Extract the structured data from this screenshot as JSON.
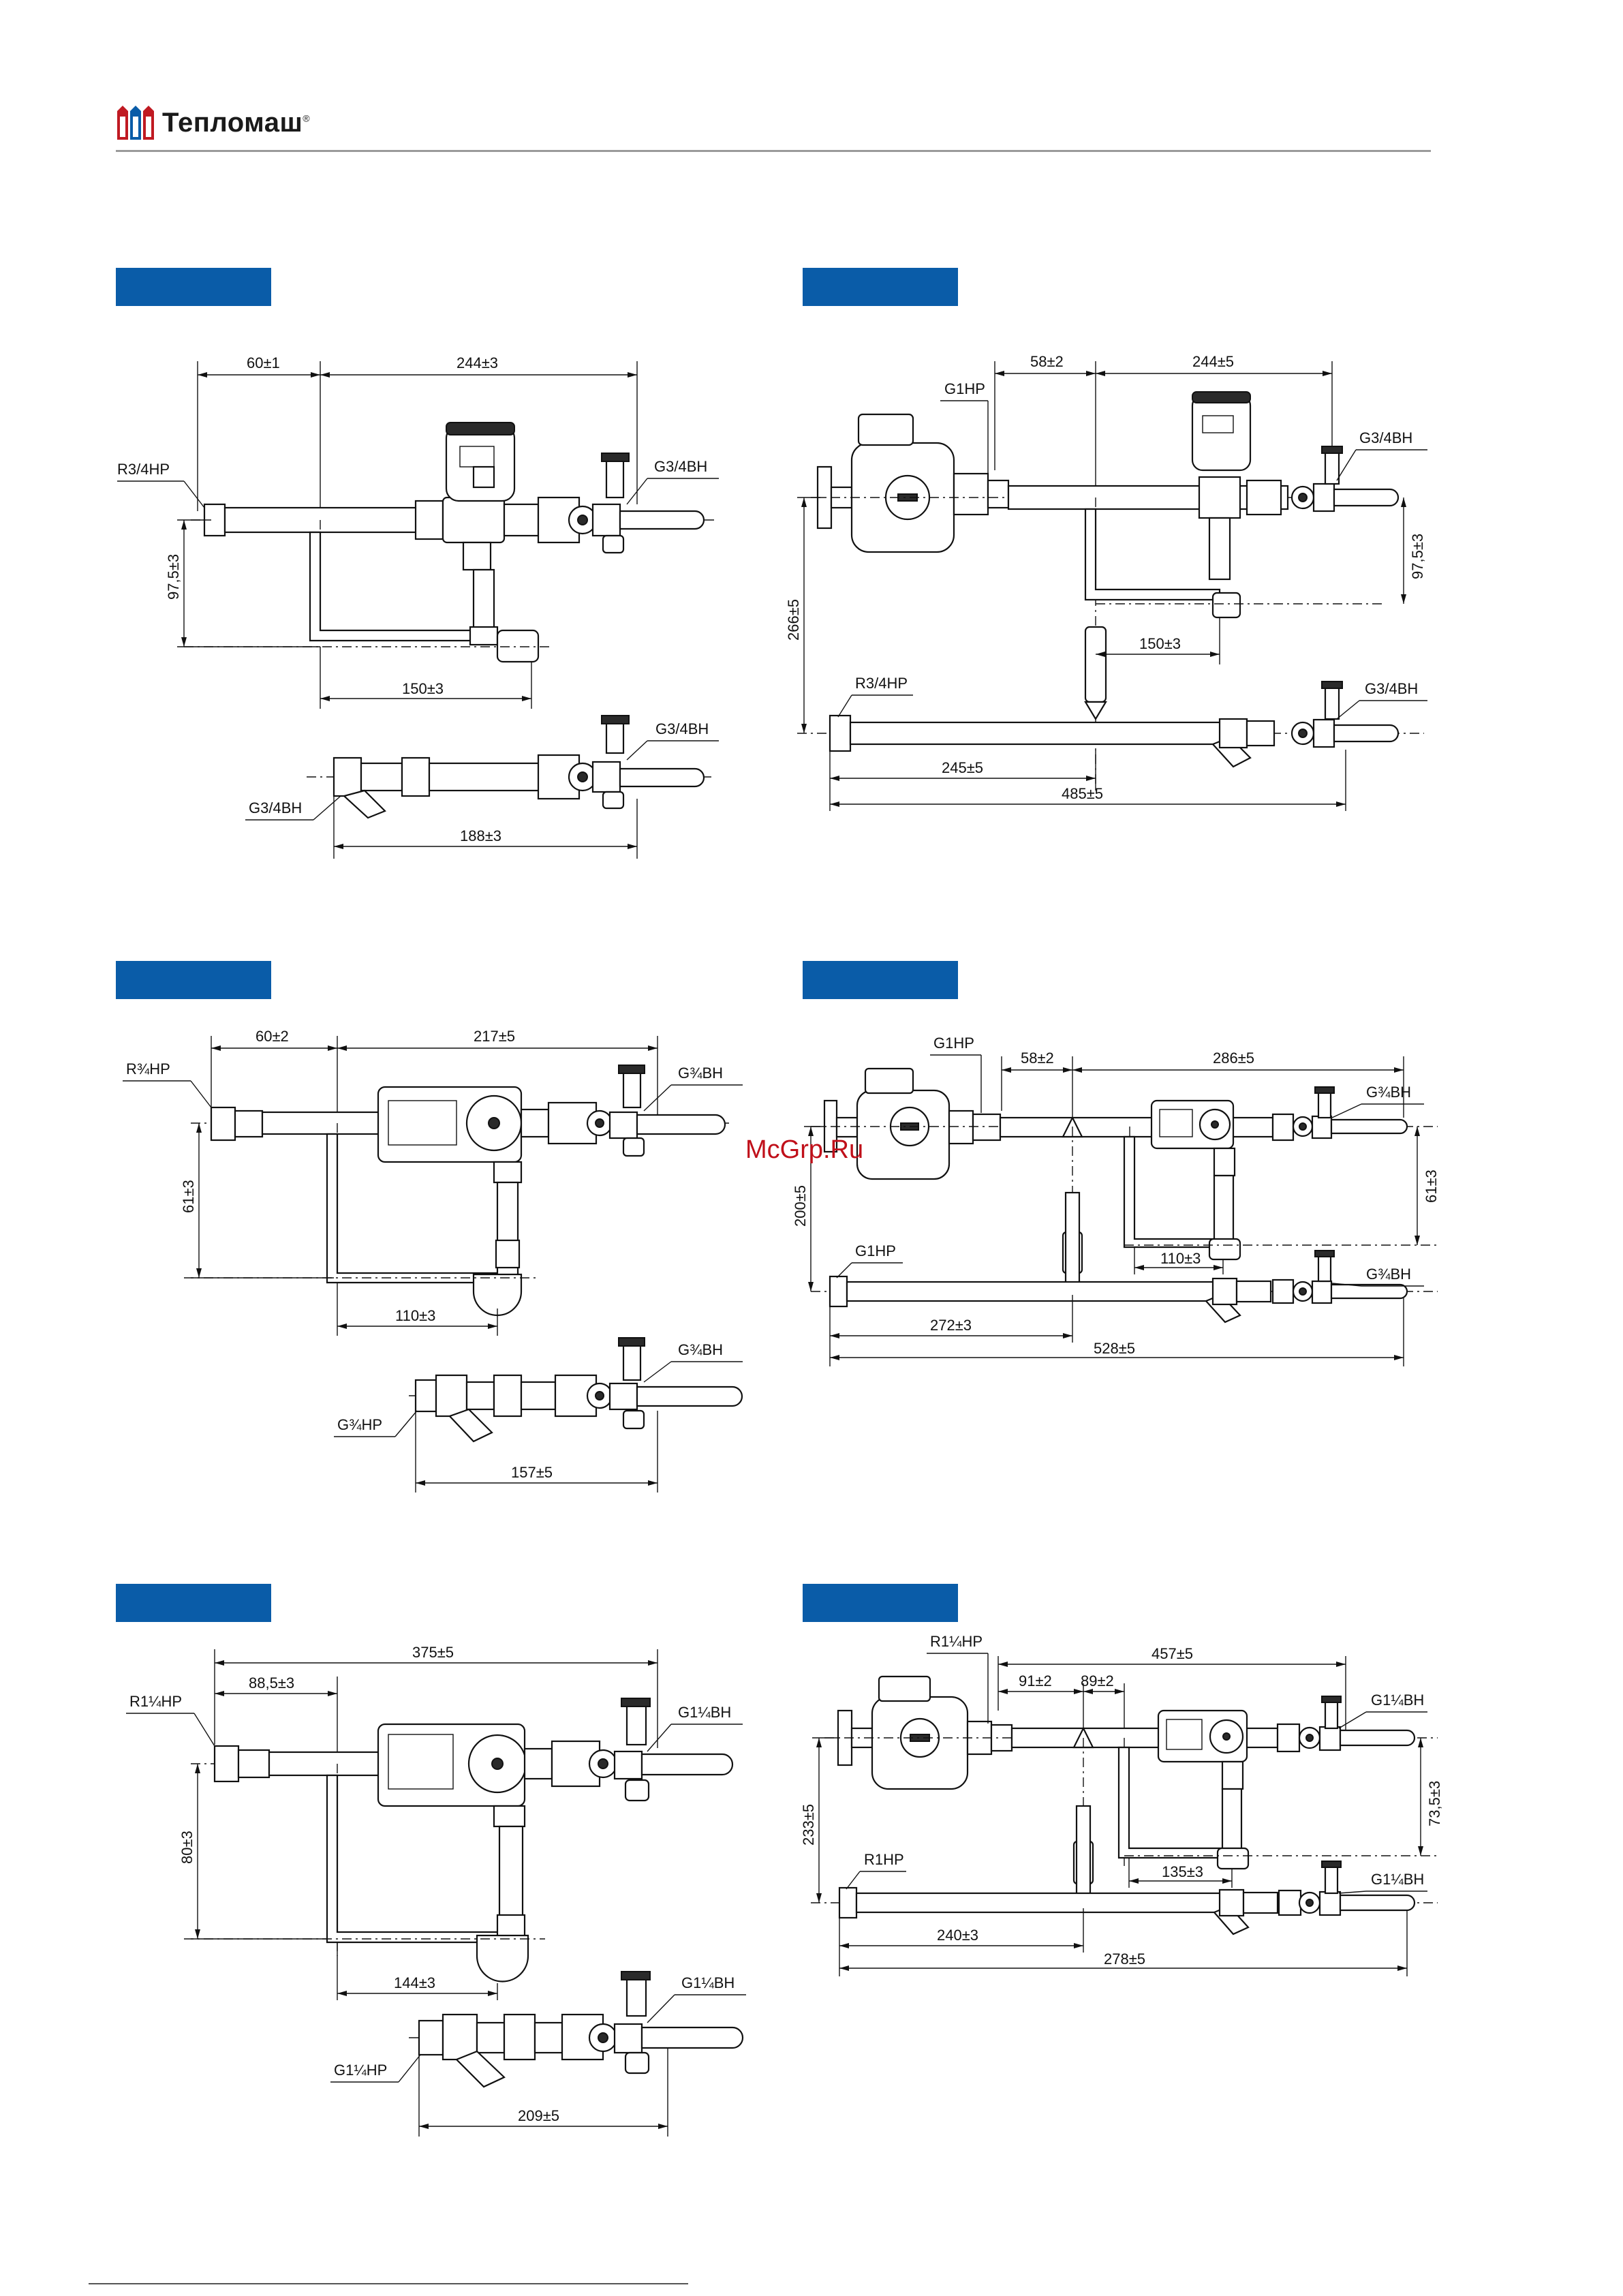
{
  "header": {
    "brand": "Тепломаш",
    "registered_mark": "®"
  },
  "watermark": "McGrp.Ru",
  "colors": {
    "tag_blue": "#0a5ca8",
    "watermark_red": "#c0101a",
    "rule_gray": "#9a9a9a"
  },
  "panels": [
    {
      "id": "p1",
      "dims": {
        "top_left": "60±1",
        "top_right": "244±3",
        "vertical": "97,5±3",
        "bottom_branch": "150±3",
        "lower_assembly": "188±3"
      },
      "labels": {
        "inlet": "R3/4НР",
        "outlet_upper": "G3/4ВН",
        "outlet_lower": "G3/4ВН",
        "lower_inlet": "G3/4ВН"
      }
    },
    {
      "id": "p2",
      "dims": {
        "top_left": "58±2",
        "top_right": "244±5",
        "vertical_left": "266±5",
        "vertical_right": "97,5±3",
        "branch": "150±3",
        "bottom_left": "245±5",
        "total": "485±5"
      },
      "labels": {
        "pump_port": "G1НР",
        "outlet_upper": "G3/4ВН",
        "outlet_lower": "G3/4ВН",
        "inlet": "R3/4НР"
      }
    },
    {
      "id": "p3",
      "dims": {
        "top_left": "60±2",
        "top_right": "217±5",
        "vertical": "61±3",
        "bottom_branch": "110±3",
        "lower_assembly": "157±5"
      },
      "labels": {
        "inlet": "R¾НР",
        "outlet_upper": "G¾ВН",
        "outlet_lower": "G¾ВН",
        "lower_inlet": "G¾НР"
      }
    },
    {
      "id": "p4",
      "dims": {
        "top_left": "58±2",
        "top_right": "286±5",
        "vertical_left": "200±5",
        "vertical_right": "61±3",
        "branch": "110±3",
        "bottom_left": "272±3",
        "total": "528±5"
      },
      "labels": {
        "pump_port": "G1НР",
        "outlet_upper": "G¾ВН",
        "outlet_lower": "G¾ВН",
        "inlet": "G1НР"
      }
    },
    {
      "id": "p5",
      "dims": {
        "total_top": "375±5",
        "top_left": "88,5±3",
        "vertical": "80±3",
        "bottom_branch": "144±3",
        "lower_assembly": "209±5"
      },
      "labels": {
        "inlet": "R1¼НР",
        "outlet_upper": "G1¼ВН",
        "outlet_lower": "G1¼ВН",
        "lower_inlet": "G1¼НР"
      }
    },
    {
      "id": "p6",
      "dims": {
        "total_top": "457±5",
        "top_left": "91±2",
        "top_mid": "89±2",
        "vertical_left": "233±5",
        "vertical_right": "73,5±3",
        "branch": "135±3",
        "bottom_left": "240±3",
        "total": "278±5"
      },
      "labels": {
        "pump_port": "R1¼НР",
        "outlet_upper": "G1¼ВН",
        "outlet_lower": "G1¼ВН",
        "inlet": "R1НР"
      }
    }
  ]
}
